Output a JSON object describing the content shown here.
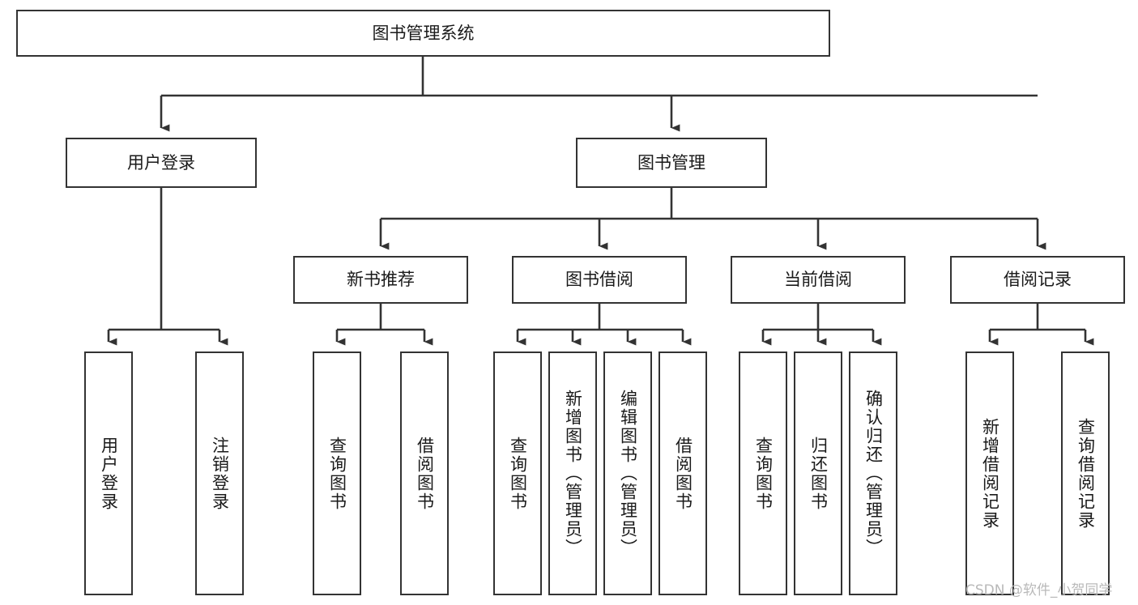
{
  "diagram": {
    "type": "tree",
    "title": "图书管理系统",
    "orientation": "top-down",
    "colors": {
      "node_border": "#333333",
      "node_fill": "#ffffff",
      "edge": "#333333",
      "text": "#1a1a1a",
      "watermark": "#b9b9b9",
      "background": "#ffffff"
    },
    "root": {
      "label": "图书管理系统"
    },
    "level1": [
      {
        "label": "用户登录"
      },
      {
        "label": "图书管理"
      }
    ],
    "level2": [
      {
        "label": "新书推荐"
      },
      {
        "label": "图书借阅"
      },
      {
        "label": "当前借阅"
      },
      {
        "label": "借阅记录"
      }
    ],
    "leaves": {
      "user_login": [
        {
          "label": "用户登录"
        },
        {
          "label": "注销登录"
        }
      ],
      "new_book_recommend": [
        {
          "label": "查询图书"
        },
        {
          "label": "借阅图书"
        }
      ],
      "book_borrow": [
        {
          "label": "查询图书"
        },
        {
          "label": "新增图书（管理员）"
        },
        {
          "label": "编辑图书（管理员）"
        },
        {
          "label": "借阅图书"
        }
      ],
      "current_borrow": [
        {
          "label": "查询图书"
        },
        {
          "label": "归还图书"
        },
        {
          "label": "确认归还（管理员）"
        }
      ],
      "borrow_record": [
        {
          "label": "新增借阅记录"
        },
        {
          "label": "查询借阅记录"
        }
      ]
    }
  },
  "watermark": {
    "text": "CSDN @软件_小贺同学"
  }
}
